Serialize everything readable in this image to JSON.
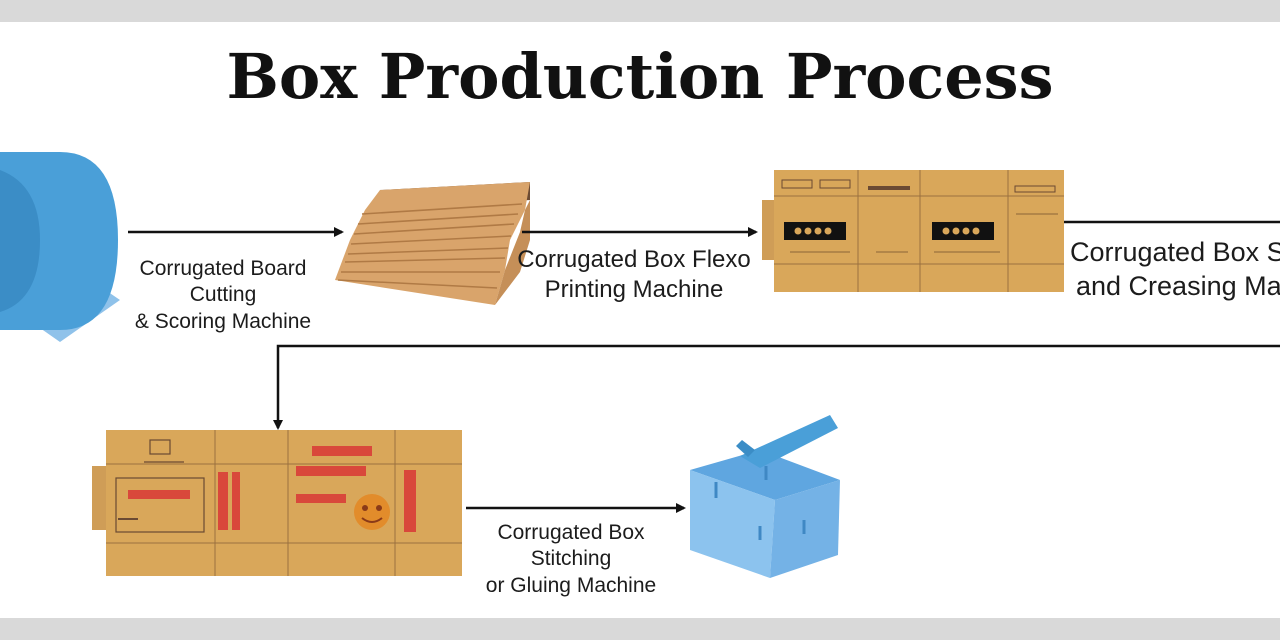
{
  "title": "Box Production Process",
  "steps": [
    {
      "line1": "Corrugated Board Cutting",
      "line2": "& Scoring Machine"
    },
    {
      "line1": "Corrugated Box Flexo",
      "line2": "Printing Machine"
    },
    {
      "line1": "Corrugated Box Sl",
      "line2": "and Creasing Mac"
    },
    {
      "line1": "Corrugated Box Stitching",
      "line2": "or Gluing Machine"
    }
  ],
  "colors": {
    "roll_blue": "#4a9fd8",
    "cardboard": "#d9a75a",
    "cardboard_dark": "#6b4a33",
    "print_red": "#d9483b",
    "box_blue": "#7ab6e6",
    "arrow": "#111111"
  }
}
